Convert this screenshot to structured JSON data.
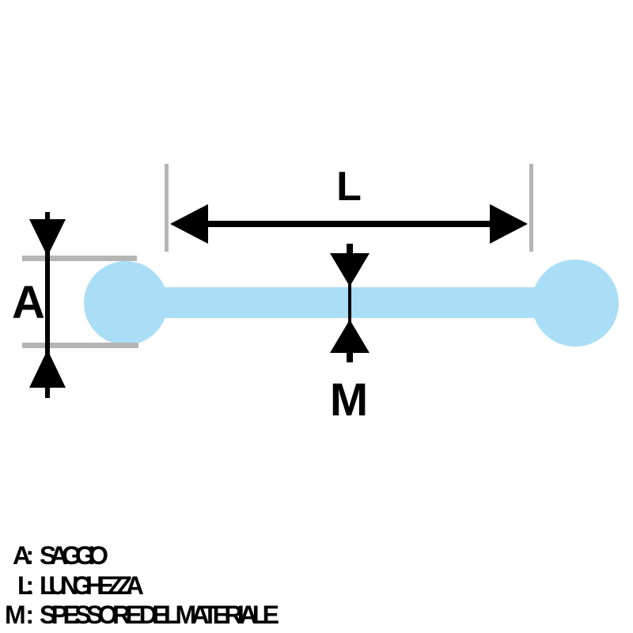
{
  "colors": {
    "background": "#ffffff",
    "barbell": "#aadef7",
    "guide": "#b5b5b5",
    "ink": "#000000"
  },
  "diagram": {
    "labels": {
      "length": "L",
      "gauge": "A",
      "material": "M"
    }
  },
  "legend": {
    "items": [
      {
        "key": "A:",
        "label": "SAGGIO"
      },
      {
        "key": "L:",
        "label": "LUNGHEZZA"
      },
      {
        "key": "M:",
        "label": "SPESSORE DEL MATERIALE"
      }
    ]
  }
}
